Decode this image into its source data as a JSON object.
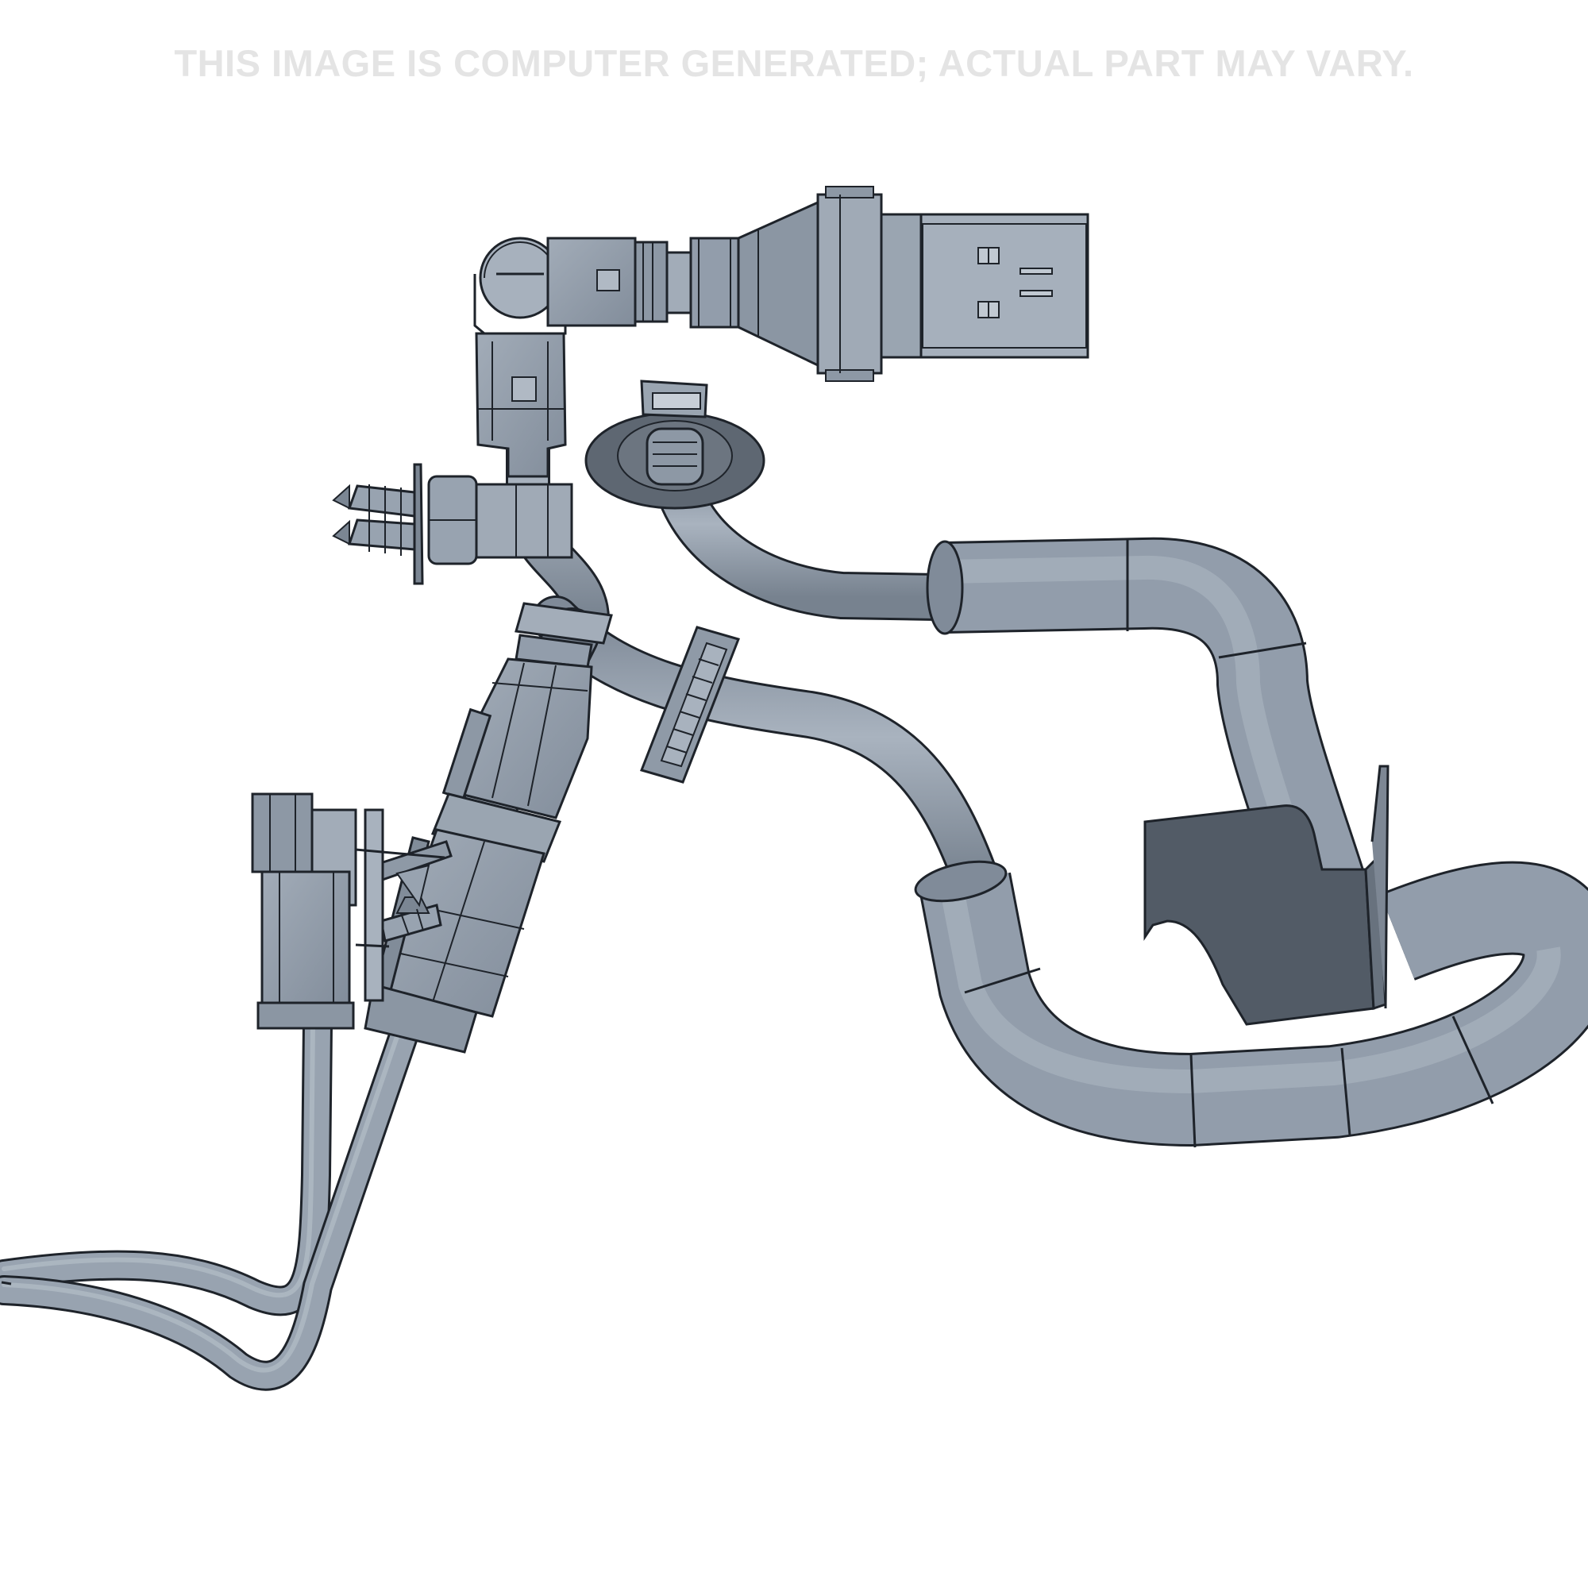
{
  "disclaimer": "THIS IMAGE IS COMPUTER GENERATED; ACTUAL PART MAY VARY.",
  "colors": {
    "background": "#ffffff",
    "disclaimer_text": "#e4e4e4",
    "part_body": "#98a3b0",
    "part_shade": "#808b99",
    "part_dark": "#525b66",
    "outline": "#1e232a"
  },
  "components": {
    "main_connector": "rectangular-connector",
    "elbow_connector": "elbow-connector",
    "round_grommet": "round-grommet",
    "push_clips": "fir-tree-clip",
    "cable_tie": "cable-tie",
    "inline_connector": "inline-connector",
    "mount_bracket": "mounting-bracket",
    "corrugated_sleeves": "corrugated-sleeve",
    "lead_wires": "wire-lead"
  }
}
